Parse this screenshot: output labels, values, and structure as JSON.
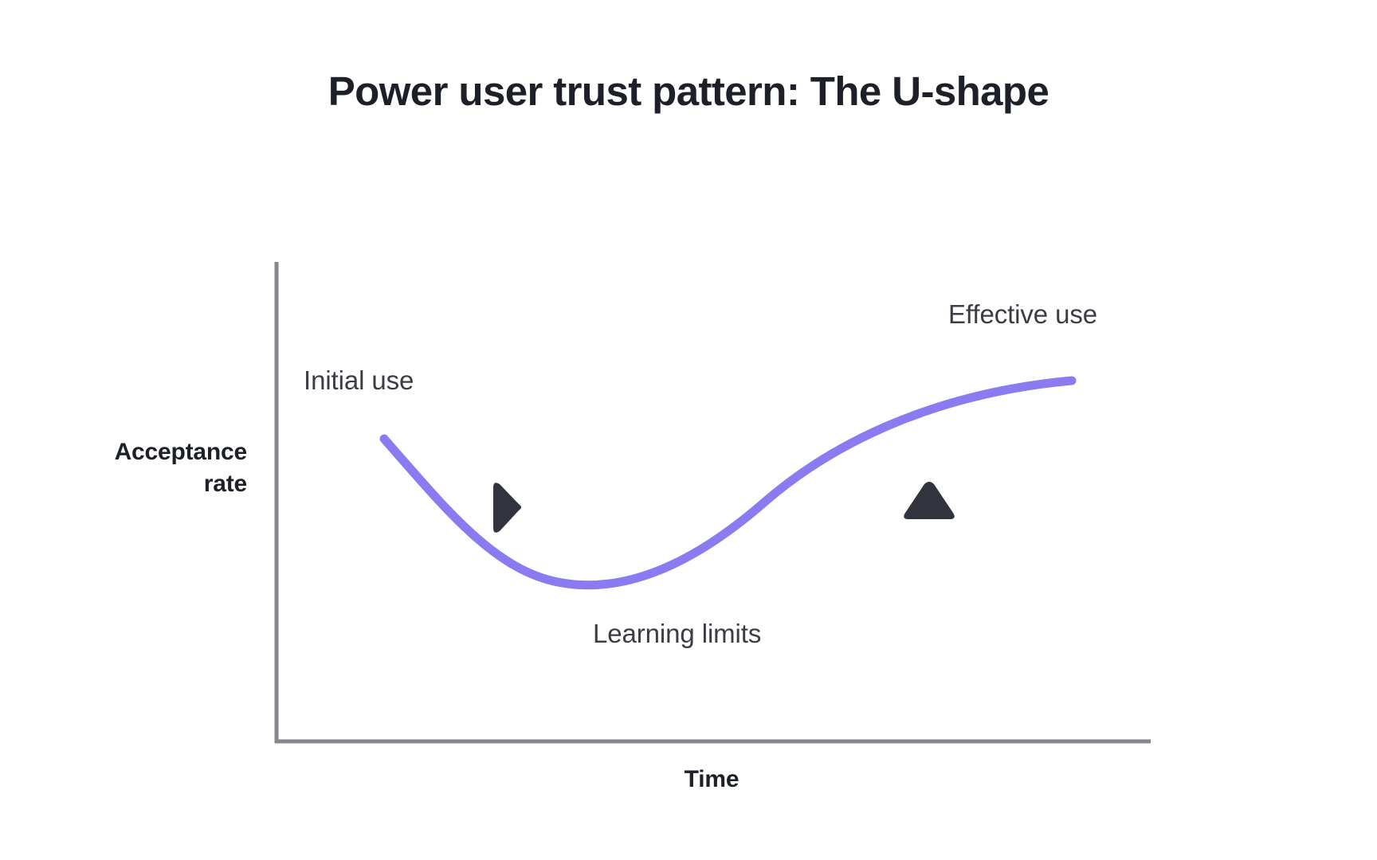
{
  "header": {
    "title": "Power user trust pattern: The U-shape"
  },
  "axes": {
    "y_label_line1": "Acceptance",
    "y_label_line2": "rate",
    "x_label": "Time"
  },
  "annotations": {
    "initial": "Initial use",
    "learning": "Learning limits",
    "effective": "Effective use"
  },
  "icons": {
    "marker_right": "triangle-right-icon",
    "marker_up": "triangle-up-icon"
  },
  "colors": {
    "curve": "#8a7bf0",
    "axis": "#86868f",
    "title_text": "#1d2029",
    "annotation_text": "#3b3c45",
    "marker": "#32343d",
    "background": "#ffffff"
  },
  "chart_data": {
    "type": "line",
    "title": "Power user trust pattern: The U-shape",
    "xlabel": "Time",
    "ylabel": "Acceptance rate",
    "grid": false,
    "legend": null,
    "axis_ticks": [],
    "xlim": [
      0,
      100
    ],
    "ylim": [
      0,
      100
    ],
    "series": [
      {
        "name": "Acceptance rate",
        "color": "#8a7bf0",
        "x": [
          0,
          10,
          20,
          30,
          40,
          50,
          60,
          70,
          80,
          90,
          100
        ],
        "y": [
          62,
          50,
          40,
          33,
          29,
          28,
          31,
          38,
          48,
          60,
          74
        ]
      }
    ],
    "annotations": [
      {
        "text": "Initial use",
        "x": 8,
        "y": 78,
        "role": "phase-label"
      },
      {
        "text": "Learning limits",
        "x": 46,
        "y": 13,
        "role": "phase-label"
      },
      {
        "text": "Effective use",
        "x": 88,
        "y": 92,
        "role": "phase-label"
      },
      {
        "text": "triangle-right-icon",
        "x": 20,
        "y": 44,
        "role": "marker"
      },
      {
        "text": "triangle-up-icon",
        "x": 77,
        "y": 45,
        "role": "marker"
      }
    ]
  }
}
